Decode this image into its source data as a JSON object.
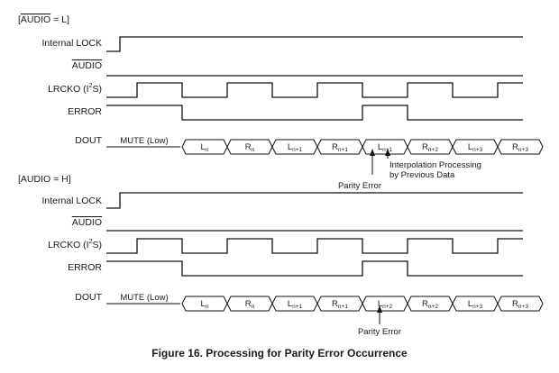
{
  "sections": [
    {
      "condition": "[AUDIO = L]",
      "condition_text": "AUDIO",
      "condition_value": "= L",
      "condition_overbar": true,
      "signals": [
        {
          "label": "Internal LOCK",
          "overbar": false
        },
        {
          "label": "AUDIO",
          "overbar": true
        },
        {
          "label": "LRCKO (I2S)",
          "label_main": "LRCKO (I",
          "label_sup": "2",
          "label_tail": "S)",
          "overbar": false
        },
        {
          "label": "ERROR",
          "overbar": false
        },
        {
          "label": "DOUT",
          "overbar": false
        }
      ],
      "dout_mute": "MUTE (Low)",
      "dout_cells": [
        {
          "main": "L",
          "sub": "n"
        },
        {
          "main": "R",
          "sub": "n"
        },
        {
          "main": "L",
          "sub": "n+1"
        },
        {
          "main": "R",
          "sub": "n+1"
        },
        {
          "main": "L",
          "sub": "n+1"
        },
        {
          "main": "R",
          "sub": "n+2"
        },
        {
          "main": "L",
          "sub": "n+3"
        },
        {
          "main": "R",
          "sub": "n+3"
        }
      ],
      "annotations": {
        "parity_error": "Parity Error",
        "interpolation_line1": "Interpolation Processing",
        "interpolation_line2": "by Previous Data"
      }
    },
    {
      "condition": "[AUDIO = H]",
      "condition_text": "AUDIO",
      "condition_value": "= H",
      "condition_overbar": false,
      "signals": [
        {
          "label": "Internal LOCK",
          "overbar": false
        },
        {
          "label": "AUDIO",
          "overbar": true
        },
        {
          "label": "LRCKO (I2S)",
          "label_main": "LRCKO (I",
          "label_sup": "2",
          "label_tail": "S)",
          "overbar": false
        },
        {
          "label": "ERROR",
          "overbar": false
        },
        {
          "label": "DOUT",
          "overbar": false
        }
      ],
      "dout_mute": "MUTE (Low)",
      "dout_cells": [
        {
          "main": "L",
          "sub": "n"
        },
        {
          "main": "R",
          "sub": "n"
        },
        {
          "main": "L",
          "sub": "n+1"
        },
        {
          "main": "R",
          "sub": "n+1"
        },
        {
          "main": "L",
          "sub": "n+2"
        },
        {
          "main": "R",
          "sub": "n+2"
        },
        {
          "main": "L",
          "sub": "n+3"
        },
        {
          "main": "R",
          "sub": "n+3"
        }
      ],
      "annotations": {
        "parity_error": "Parity Error"
      }
    }
  ],
  "caption": "Figure 16. Processing for Parity Error Occurrence"
}
